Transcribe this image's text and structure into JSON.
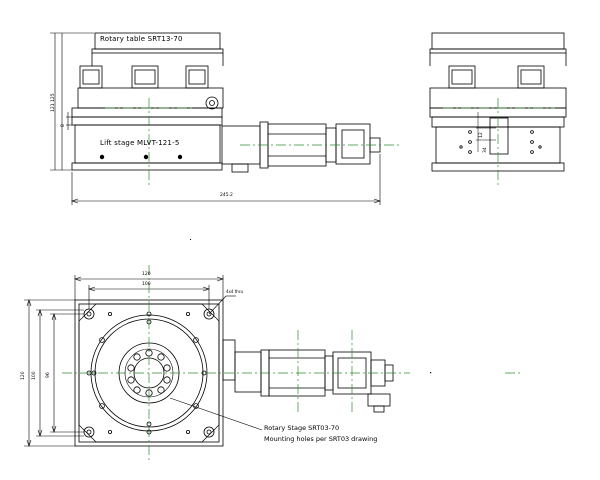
{
  "labels": {
    "rotary_table": "Rotary table SRT13-70",
    "lift_stage": "Lift stage MLVT-121-5",
    "rotary_stage": "Rotary Stage SRT03-70",
    "mounting_holes": "Mounting holes per SRT03 drawing"
  },
  "dims": {
    "overall_length": "245.2",
    "side_height": "121 125",
    "small_gap": "8",
    "right_v1": "12",
    "right_v2": "34",
    "top_width_outer": "120",
    "top_width_inner": "100",
    "hole_spec": "4x4 thru",
    "left_h_outer": "120",
    "left_h_mid": "100",
    "left_h_inner": "96"
  },
  "colors": {
    "line": "#000000",
    "centerline": "#2e8b2e"
  }
}
